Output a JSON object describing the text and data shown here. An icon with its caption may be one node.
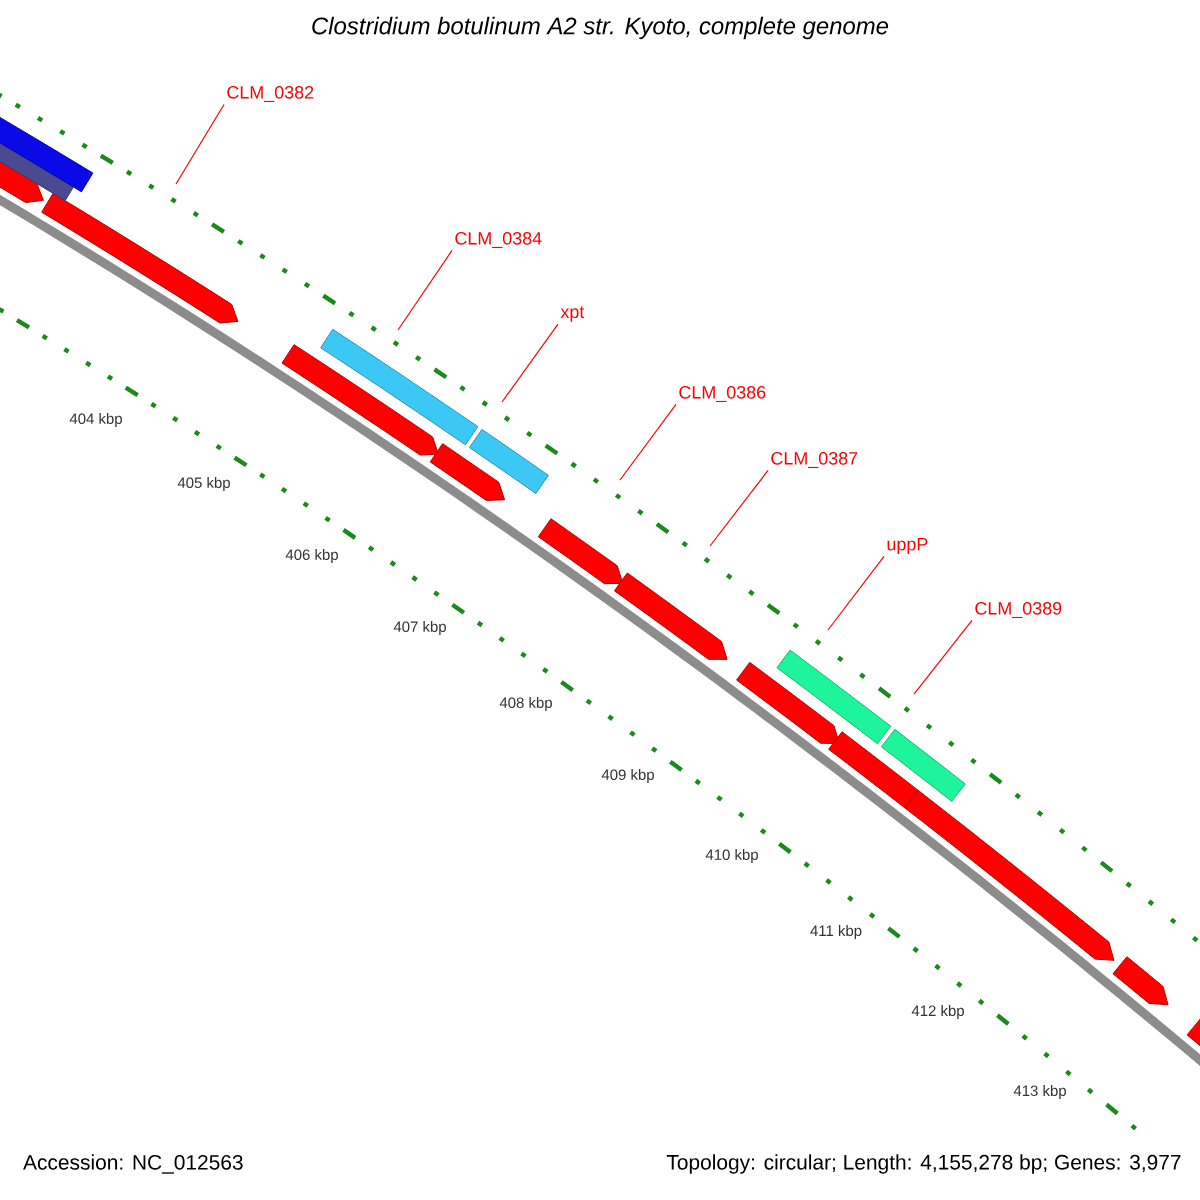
{
  "diagram": {
    "title": "Clostridium botulinum A2 str. Kyoto, complete genome",
    "nodes": [
      {
        "text": [
          "CLM_0382"
        ]
      },
      {
        "text": [
          "CLM_0384"
        ]
      },
      {
        "text": [
          "xpt"
        ]
      },
      {
        "text": [
          "CLM_0386"
        ]
      },
      {
        "text": [
          "CLM_0387"
        ]
      },
      {
        "text": [
          "uppP"
        ]
      },
      {
        "text": [
          "CLM_0389"
        ]
      }
    ],
    "edges": [
      {
        "from": 0,
        "to": null,
        "arrow": "none"
      },
      {
        "from": 1,
        "to": null,
        "arrow": "none"
      },
      {
        "from": 2,
        "to": null,
        "arrow": "none"
      },
      {
        "from": 3,
        "to": null,
        "arrow": "none"
      },
      {
        "from": 4,
        "to": null,
        "arrow": "none"
      },
      {
        "from": 5,
        "to": null,
        "arrow": "none"
      },
      {
        "from": 6,
        "to": null,
        "arrow": "none"
      }
    ],
    "labels": [
      "404 kbp",
      "405 kbp",
      "406 kbp",
      "407 kbp",
      "408 kbp",
      "409 kbp",
      "410 kbp",
      "411 kbp",
      "412 kbp",
      "413 kbp",
      "Accession: NC_012563",
      "Topology: circular; Length: 4,155,278 bp; Genes: 3,977"
    ]
  }
}
